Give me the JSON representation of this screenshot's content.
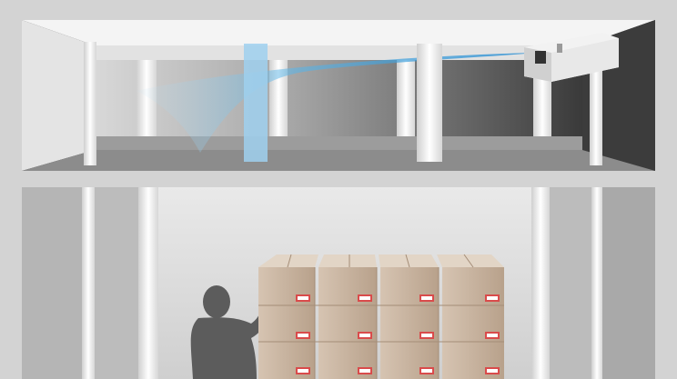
{
  "scene": {
    "description_free": true,
    "colors": {
      "frame": "#d3d3d3",
      "dark_wall": "#2b2b2b",
      "light_wall": "#e6e6e6",
      "column": "#f2f2f2",
      "blue_air": "#3a9fd6",
      "box": "#cdb9a6",
      "box_dark": "#b39d88",
      "label_red": "#d94b4b",
      "silhouette": "#5c5c5c"
    },
    "icons": [
      "projector-icon",
      "person-silhouette",
      "box-icon"
    ],
    "pallet": {
      "rows": 3,
      "columns": 4
    }
  }
}
